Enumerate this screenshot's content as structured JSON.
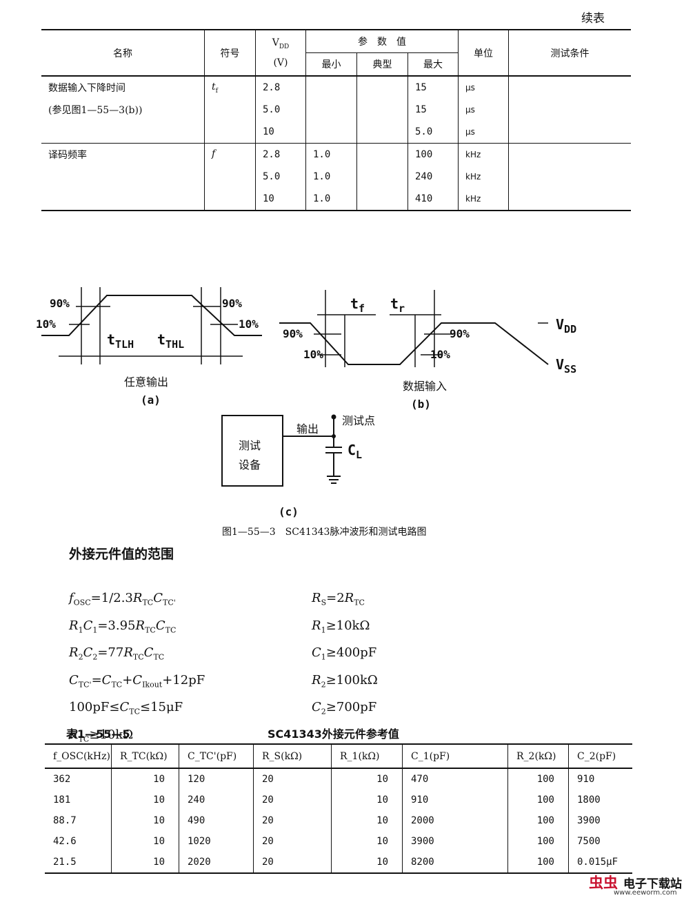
{
  "continuation_label": "续表",
  "table1": {
    "headers": {
      "name": "名称",
      "symbol": "符号",
      "vdd_label": "V",
      "vdd_sub": "DD",
      "vdd_unit": "(V)",
      "param_group": "参　数　值",
      "min": "最小",
      "typ": "典型",
      "max": "最大",
      "unit": "单位",
      "test_cond": "测试条件"
    },
    "groups": [
      {
        "name_lines": [
          "数据输入下降时间",
          "(参见图1—55—3(b))",
          ""
        ],
        "symbol": "t",
        "symbol_sub": "f",
        "rows": [
          {
            "vdd": "2.8",
            "min": "",
            "typ": "",
            "max": "15",
            "unit": "μs"
          },
          {
            "vdd": "5.0",
            "min": "",
            "typ": "",
            "max": "15",
            "unit": "μs"
          },
          {
            "vdd": "10",
            "min": "",
            "typ": "",
            "max": "5.0",
            "unit": "μs"
          }
        ]
      },
      {
        "name_lines": [
          "译码频率",
          "",
          ""
        ],
        "symbol": "f",
        "symbol_sub": "",
        "rows": [
          {
            "vdd": "2.8",
            "min": "1.0",
            "typ": "",
            "max": "100",
            "unit": "kHz"
          },
          {
            "vdd": "5.0",
            "min": "1.0",
            "typ": "",
            "max": "240",
            "unit": "kHz"
          },
          {
            "vdd": "10",
            "min": "1.0",
            "typ": "",
            "max": "410",
            "unit": "kHz"
          }
        ]
      }
    ]
  },
  "figure": {
    "a": {
      "p90": "90%",
      "p10": "10%",
      "tlh_t": "t",
      "tlh_sub": "TLH",
      "thl_t": "t",
      "thl_sub": "THL",
      "caption": "任意输出",
      "label": "(a)"
    },
    "b": {
      "tf_t": "t",
      "tf_sub": "f",
      "tr_t": "t",
      "tr_sub": "r",
      "p90": "90%",
      "p10": "10%",
      "vdd_v": "V",
      "vdd_sub": "DD",
      "vss_v": "V",
      "vss_sub": "SS",
      "caption": "数据输入",
      "label": "(b)"
    },
    "c": {
      "box_line1": "测试",
      "box_line2": "设备",
      "output": "输出",
      "test_point": "测试点",
      "cl_c": "C",
      "cl_sub": "L",
      "label": "(c)"
    },
    "caption": "图1—55—3　SC41343脉冲波形和测试电路图"
  },
  "section_heading": "外接元件值的范围",
  "table2": {
    "label": "表1—55—5",
    "title": "SC41343外接元件参考值",
    "columns": [
      "f_OSC(kHz)",
      "R_TC(kΩ)",
      "C_TC'(pF)",
      "R_S(kΩ)",
      "R_1(kΩ)",
      "C_1(pF)",
      "R_2(kΩ)",
      "C_2(pF)"
    ],
    "rows": [
      [
        "362",
        "10",
        "120",
        "20",
        "10",
        "470",
        "100",
        "910"
      ],
      [
        "181",
        "10",
        "240",
        "20",
        "10",
        "910",
        "100",
        "1800"
      ],
      [
        "88.7",
        "10",
        "490",
        "20",
        "10",
        "2000",
        "100",
        "3900"
      ],
      [
        "42.6",
        "10",
        "1020",
        "20",
        "10",
        "3900",
        "100",
        "7500"
      ],
      [
        "21.5",
        "10",
        "2020",
        "20",
        "10",
        "8200",
        "100",
        "0.015μF"
      ]
    ]
  },
  "watermark": {
    "logo": "虫虫",
    "name": "电子下载站",
    "url": "www.eeworm.com"
  }
}
